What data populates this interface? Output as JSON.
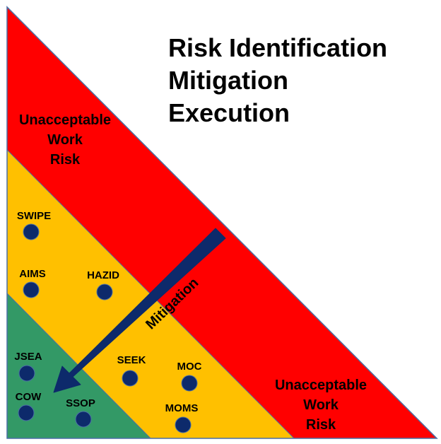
{
  "title_lines": [
    "Risk Identification",
    "Mitigation",
    "Execution"
  ],
  "zones": {
    "red_top_label": [
      "Unacceptable",
      "Work",
      "Risk"
    ],
    "red_bottom_label": [
      "Unacceptable",
      "Work",
      "Risk"
    ]
  },
  "arrow_label": "Mitigation",
  "items": {
    "swipe": "SWIPE",
    "aims": "AIMS",
    "hazid": "HAZID",
    "seek": "SEEK",
    "moc": "MOC",
    "moms": "MOMS",
    "jsea": "JSEA",
    "cow": "COW",
    "ssop": "SSOP"
  },
  "colors": {
    "red": "#ff0000",
    "orange": "#ffc000",
    "green": "#339966",
    "navy": "#0d2a6b",
    "outline": "#4a6fa5"
  }
}
